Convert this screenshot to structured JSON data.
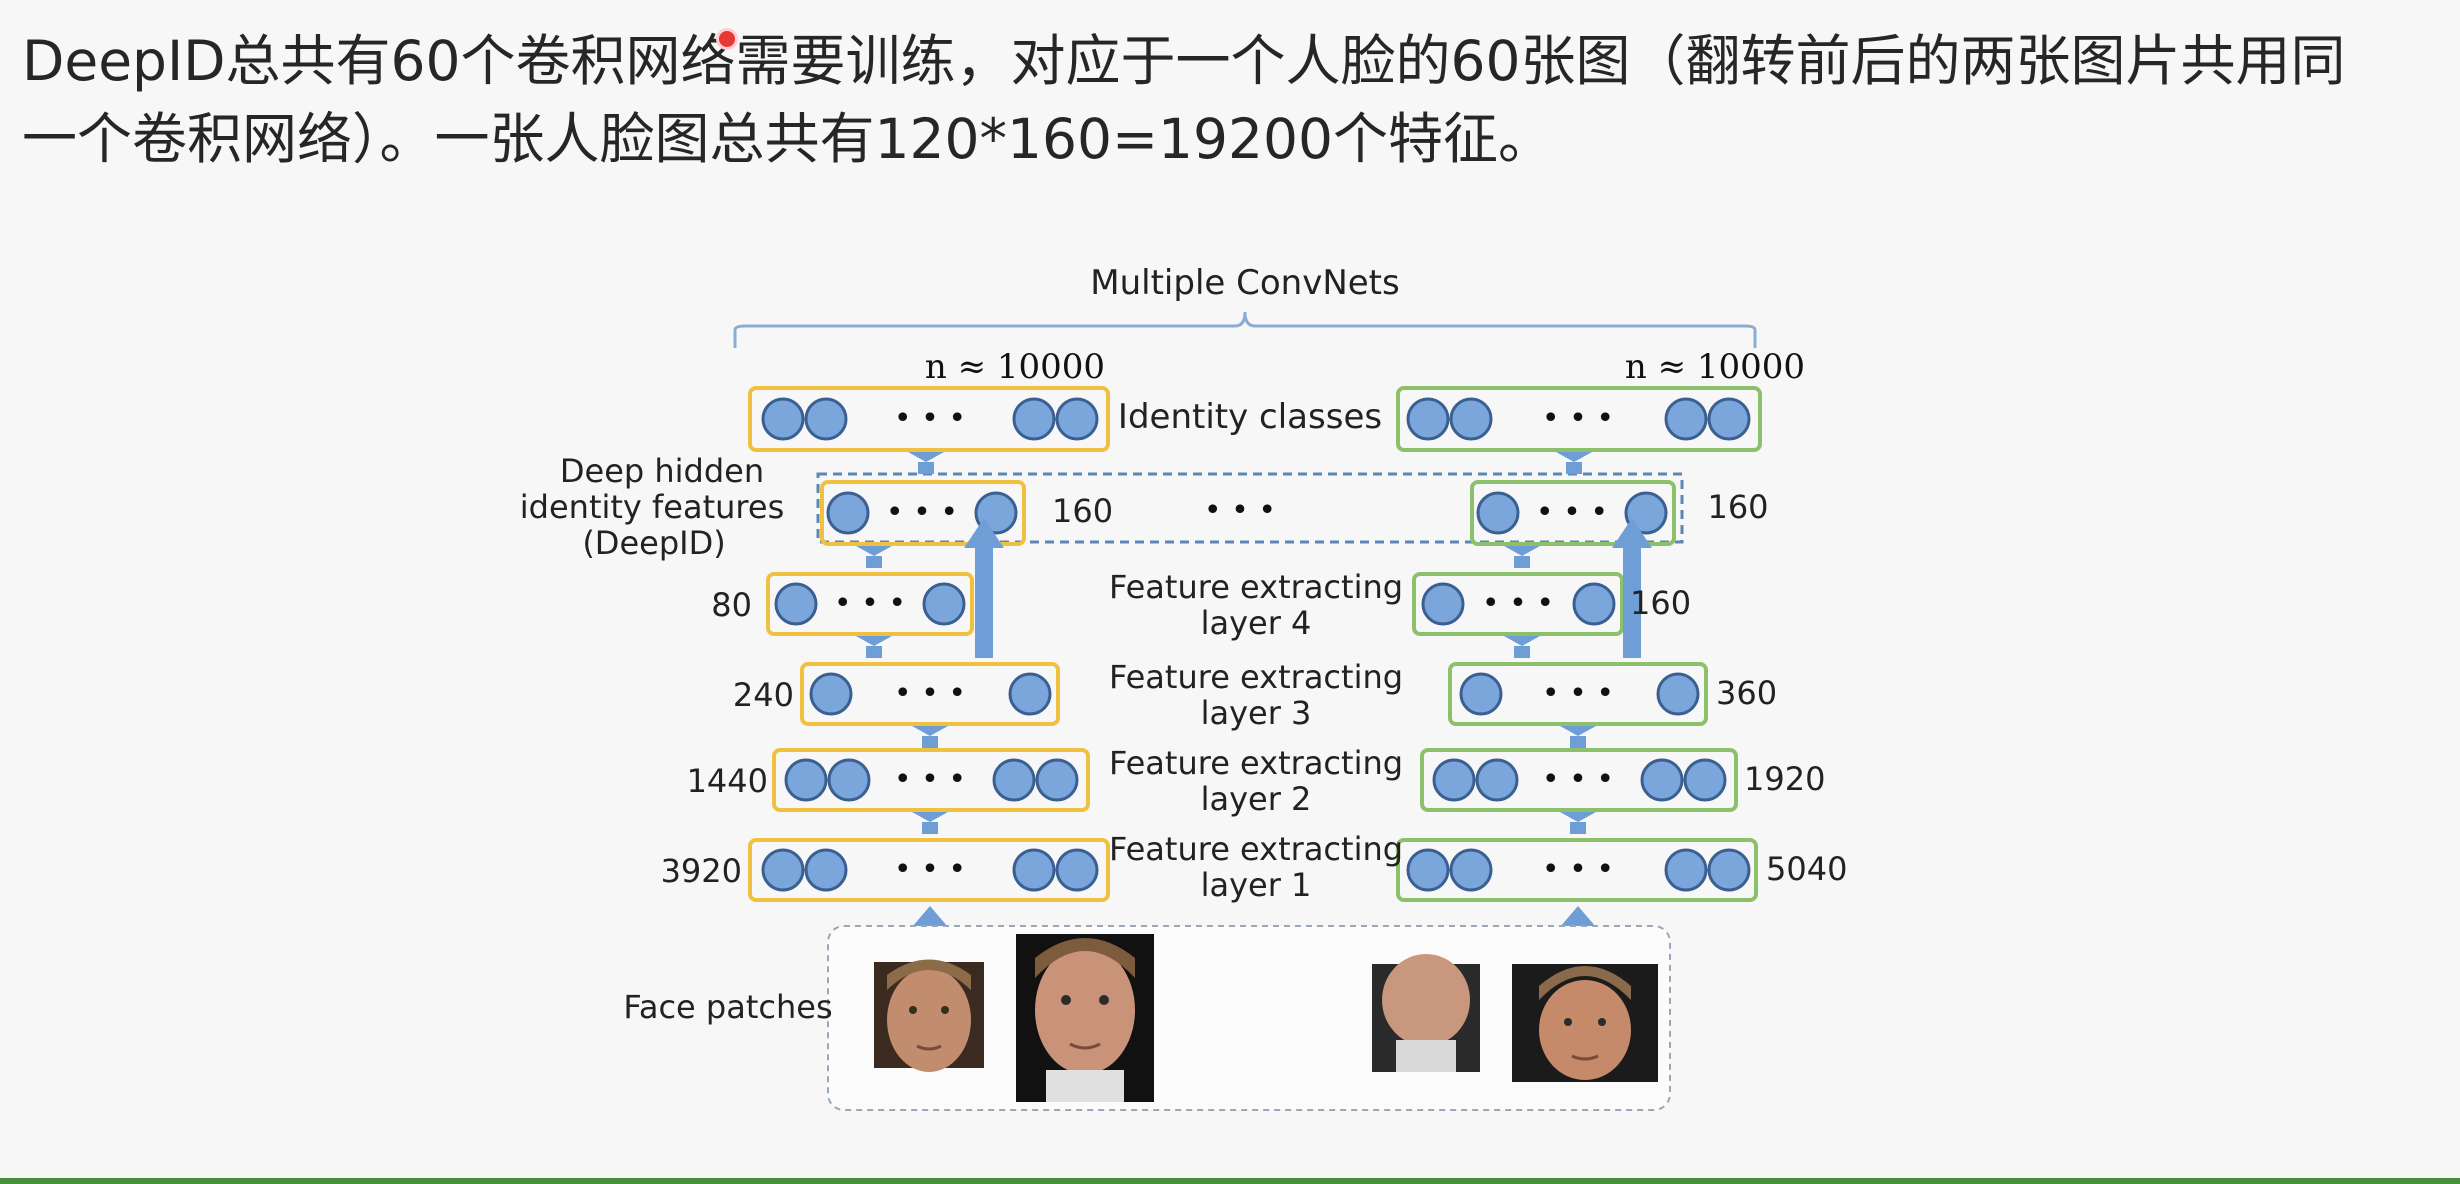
{
  "heading": {
    "line1": "DeepID总共有60个卷积网络需要训练，对应于一个人脸的60张图（翻转前后的两张图片共用同",
    "line2": "一个卷积网络）。一张人脸图总共有120*160=19200个特征。"
  },
  "diagram": {
    "title": "Multiple ConvNets",
    "n_left": "n ≈ 10000",
    "n_right": "n ≈ 10000",
    "identity_label": "Identity classes",
    "deepid_label": [
      "Deep hidden",
      "identity features",
      "(DeepID)"
    ],
    "deepid_left_value": "160",
    "deepid_right_value": "160",
    "layer4_label": [
      "Feature extracting",
      "layer 4"
    ],
    "layer3_label": [
      "Feature extracting",
      "layer 3"
    ],
    "layer2_label": [
      "Feature extracting",
      "layer 2"
    ],
    "layer1_label": [
      "Feature extracting",
      "layer 1"
    ],
    "left_sizes": {
      "layer4": "80",
      "layer3": "240",
      "layer2": "1440",
      "layer1": "3920"
    },
    "right_sizes": {
      "layer4": "160",
      "layer3": "360",
      "layer2": "1920",
      "layer1": "5040"
    },
    "face_patches_label": "Face patches",
    "ellipsis": "• • •"
  },
  "colors": {
    "left_network": "#f0c040",
    "right_network": "#8cc06a",
    "neuron_fill": "#7aa6dc",
    "neuron_stroke": "#3a5f90",
    "arrow": "#6f9ed6",
    "dashed": "#5b86b8"
  }
}
